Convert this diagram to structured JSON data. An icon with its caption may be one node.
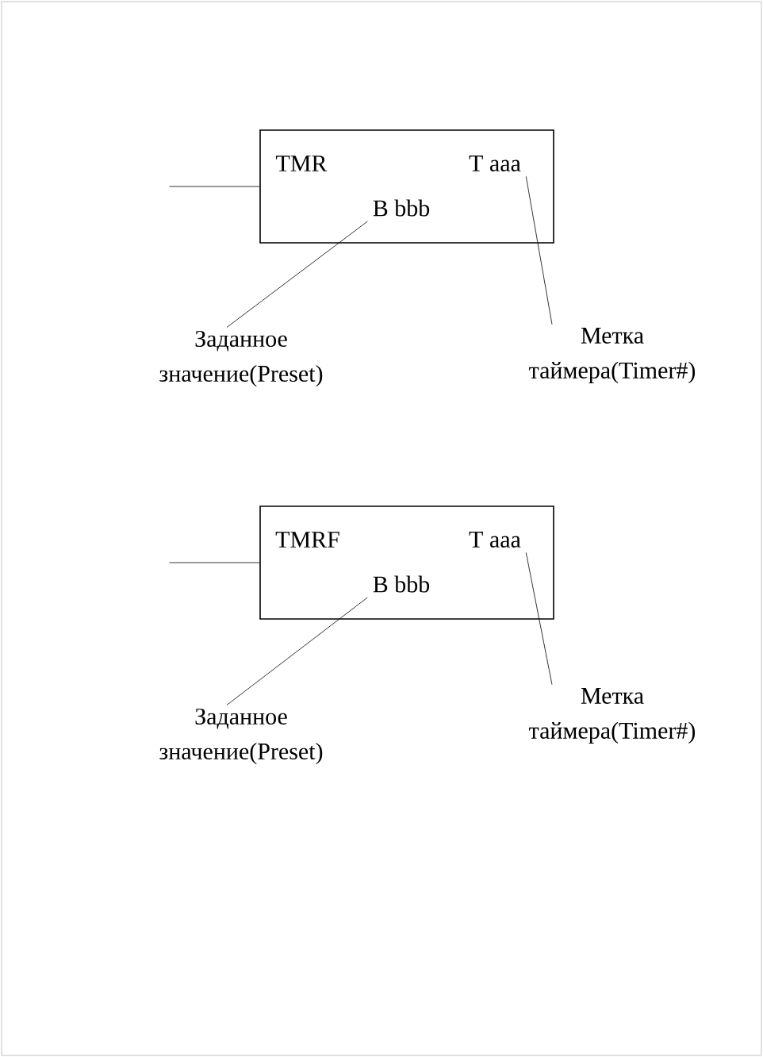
{
  "diagram": {
    "nodes": [
      {
        "text": [
          "TMR"
        ]
      },
      {
        "text": [
          "T aaa"
        ],
        "in": 0
      },
      {
        "text": [
          "B bbb"
        ],
        "in": 0
      },
      {
        "text": [
          "Заданное значение(Preset)"
        ]
      },
      {
        "text": [
          "Метка таймера(Timer#)"
        ]
      },
      {
        "text": [
          "TMRF"
        ]
      },
      {
        "text": [
          "T aaa"
        ],
        "in": 5
      },
      {
        "text": [
          "B bbb"
        ],
        "in": 5
      },
      {
        "text": [
          "Заданное значение(Preset)"
        ]
      },
      {
        "text": [
          "Метка таймера(Timer#)"
        ]
      }
    ],
    "edges": [
      {
        "from": null,
        "to": 0,
        "arrow": "none"
      },
      {
        "from": 3,
        "to": 2,
        "arrow": "none"
      },
      {
        "from": 4,
        "to": 1,
        "arrow": "none"
      },
      {
        "from": null,
        "to": 5,
        "arrow": "none"
      },
      {
        "from": 8,
        "to": 7,
        "arrow": "none"
      },
      {
        "from": 9,
        "to": 6,
        "arrow": "none"
      }
    ]
  }
}
